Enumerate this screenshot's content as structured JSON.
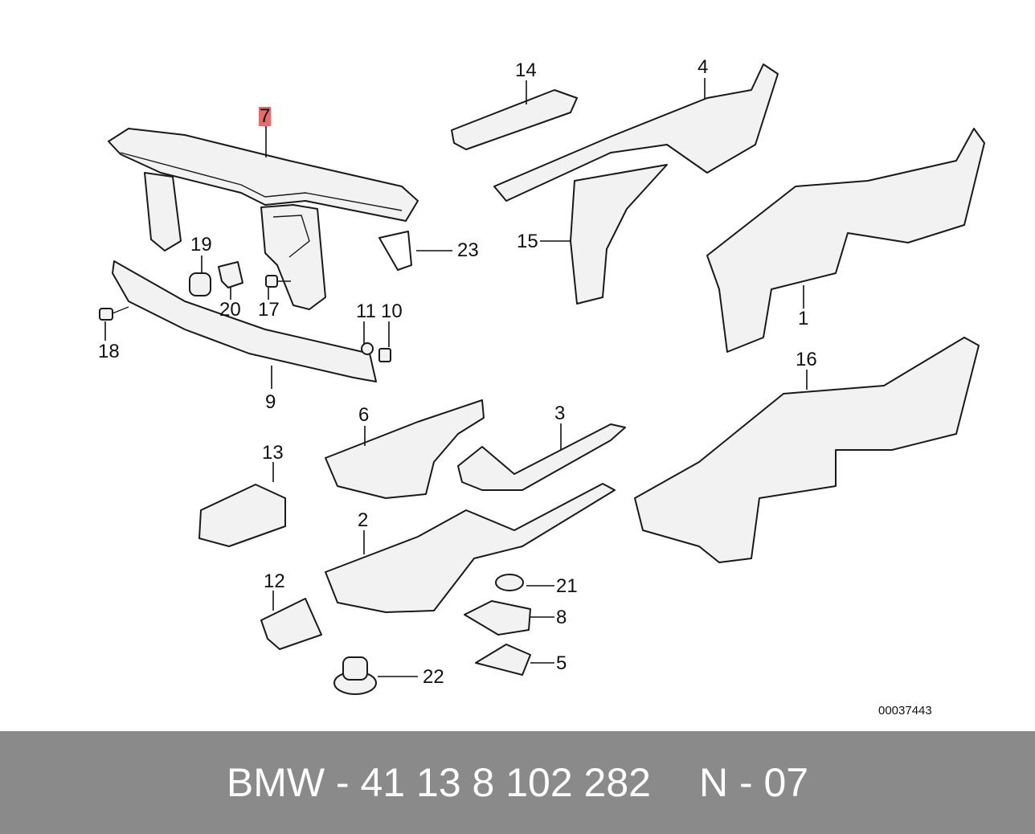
{
  "diagram": {
    "callouts": {
      "c7": "7",
      "c14": "14",
      "c4": "4",
      "c15": "15",
      "c23": "23",
      "c19": "19",
      "c20": "20",
      "c17": "17",
      "c18": "18",
      "c11": "11",
      "c10": "10",
      "c9": "9",
      "c1": "1",
      "c16": "16",
      "c6": "6",
      "c3": "3",
      "c13": "13",
      "c2": "2",
      "c12": "12",
      "c21": "21",
      "c8": "8",
      "c5": "5",
      "c22": "22"
    },
    "reference_code": "00037443",
    "highlight_color": "#e86a6a"
  },
  "footer": {
    "part_number": "BMW - 41 13 8 102 282",
    "position_code": "N - 07",
    "background": "#8a8a8a"
  }
}
